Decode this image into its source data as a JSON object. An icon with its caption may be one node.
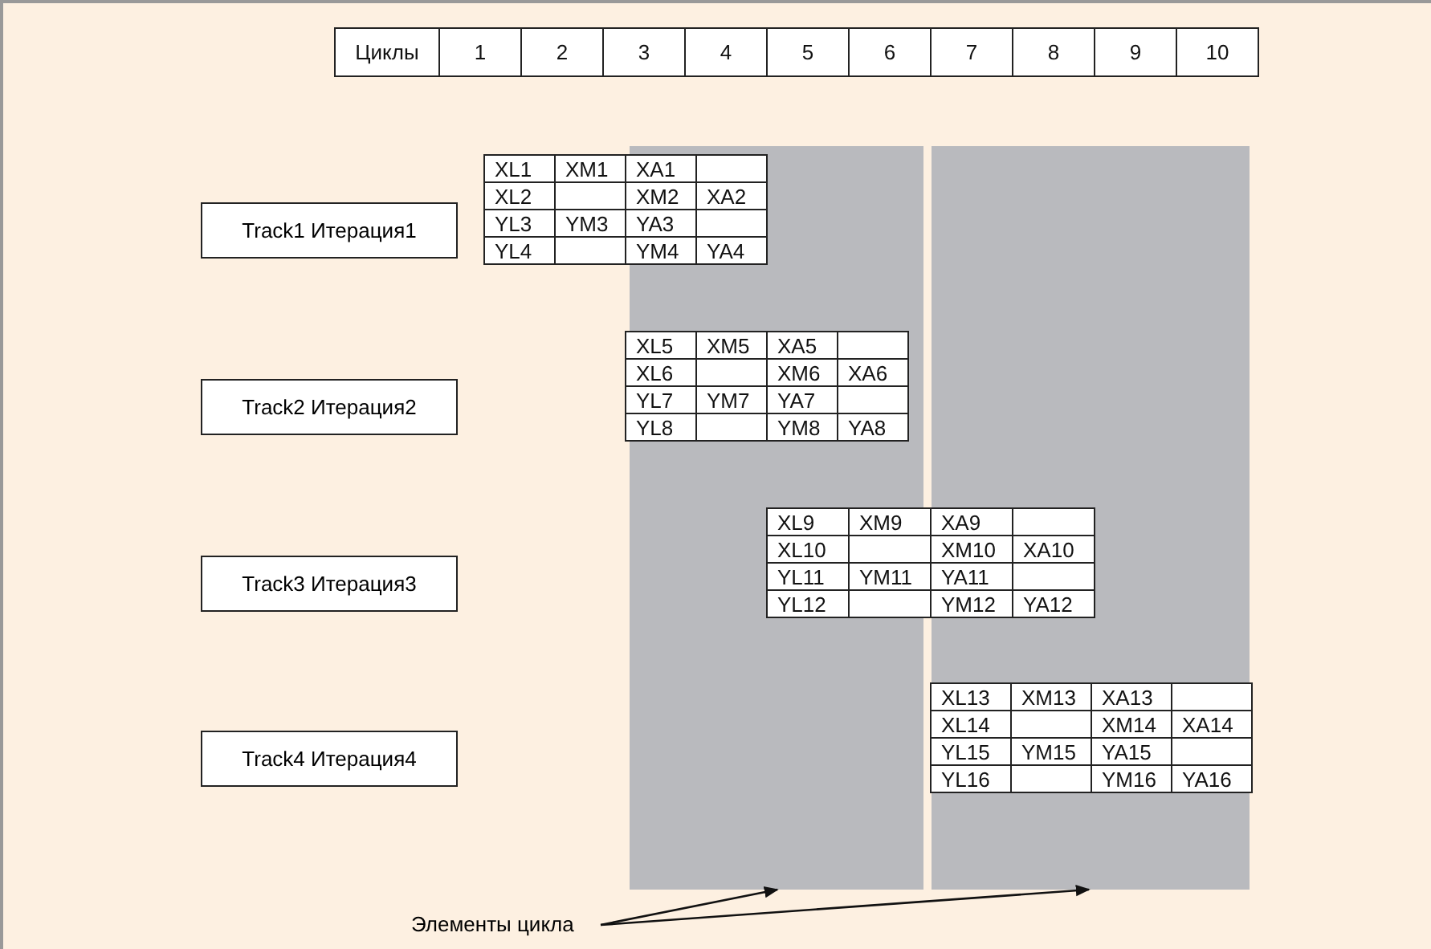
{
  "diagram": {
    "nodes": [
      {
        "text": [
          "Track1 Итерация1"
        ]
      },
      {
        "text": [
          "Track2 Итерация2"
        ]
      },
      {
        "text": [
          "Track3 Итерация3"
        ]
      },
      {
        "text": [
          "Track4 Итерация4"
        ]
      },
      {
        "text": [
          "Элементы цикла"
        ]
      },
      {
        "text": [],
        "shape": "bar"
      },
      {
        "text": [],
        "shape": "bar"
      }
    ],
    "edges": [
      {
        "from": 4,
        "to": 5,
        "arrow": "to"
      },
      {
        "from": 4,
        "to": 6,
        "arrow": "to"
      }
    ],
    "labels": [
      "Циклы",
      "1",
      "2",
      "3",
      "4",
      "5",
      "6",
      "7",
      "8",
      "9",
      "10",
      "XL1",
      "XM1",
      "XA1",
      "XL2",
      "XM2",
      "XA2",
      "YL3",
      "YM3",
      "YA3",
      "YL4",
      "YM4",
      "YA4",
      "XL5",
      "XM5",
      "XA5",
      "XL6",
      "XM6",
      "XA6",
      "YL7",
      "YM7",
      "YA7",
      "YL8",
      "YM8",
      "YA8",
      "XL9",
      "XM9",
      "XA9",
      "XL10",
      "XM10",
      "XA10",
      "YL11",
      "YM11",
      "YA11",
      "YL12",
      "YM12",
      "YA12",
      "XL13",
      "XM13",
      "XA13",
      "XL14",
      "XM14",
      "XA14",
      "YL15",
      "YM15",
      "YA15",
      "YL16",
      "YM16",
      "YA16"
    ]
  }
}
